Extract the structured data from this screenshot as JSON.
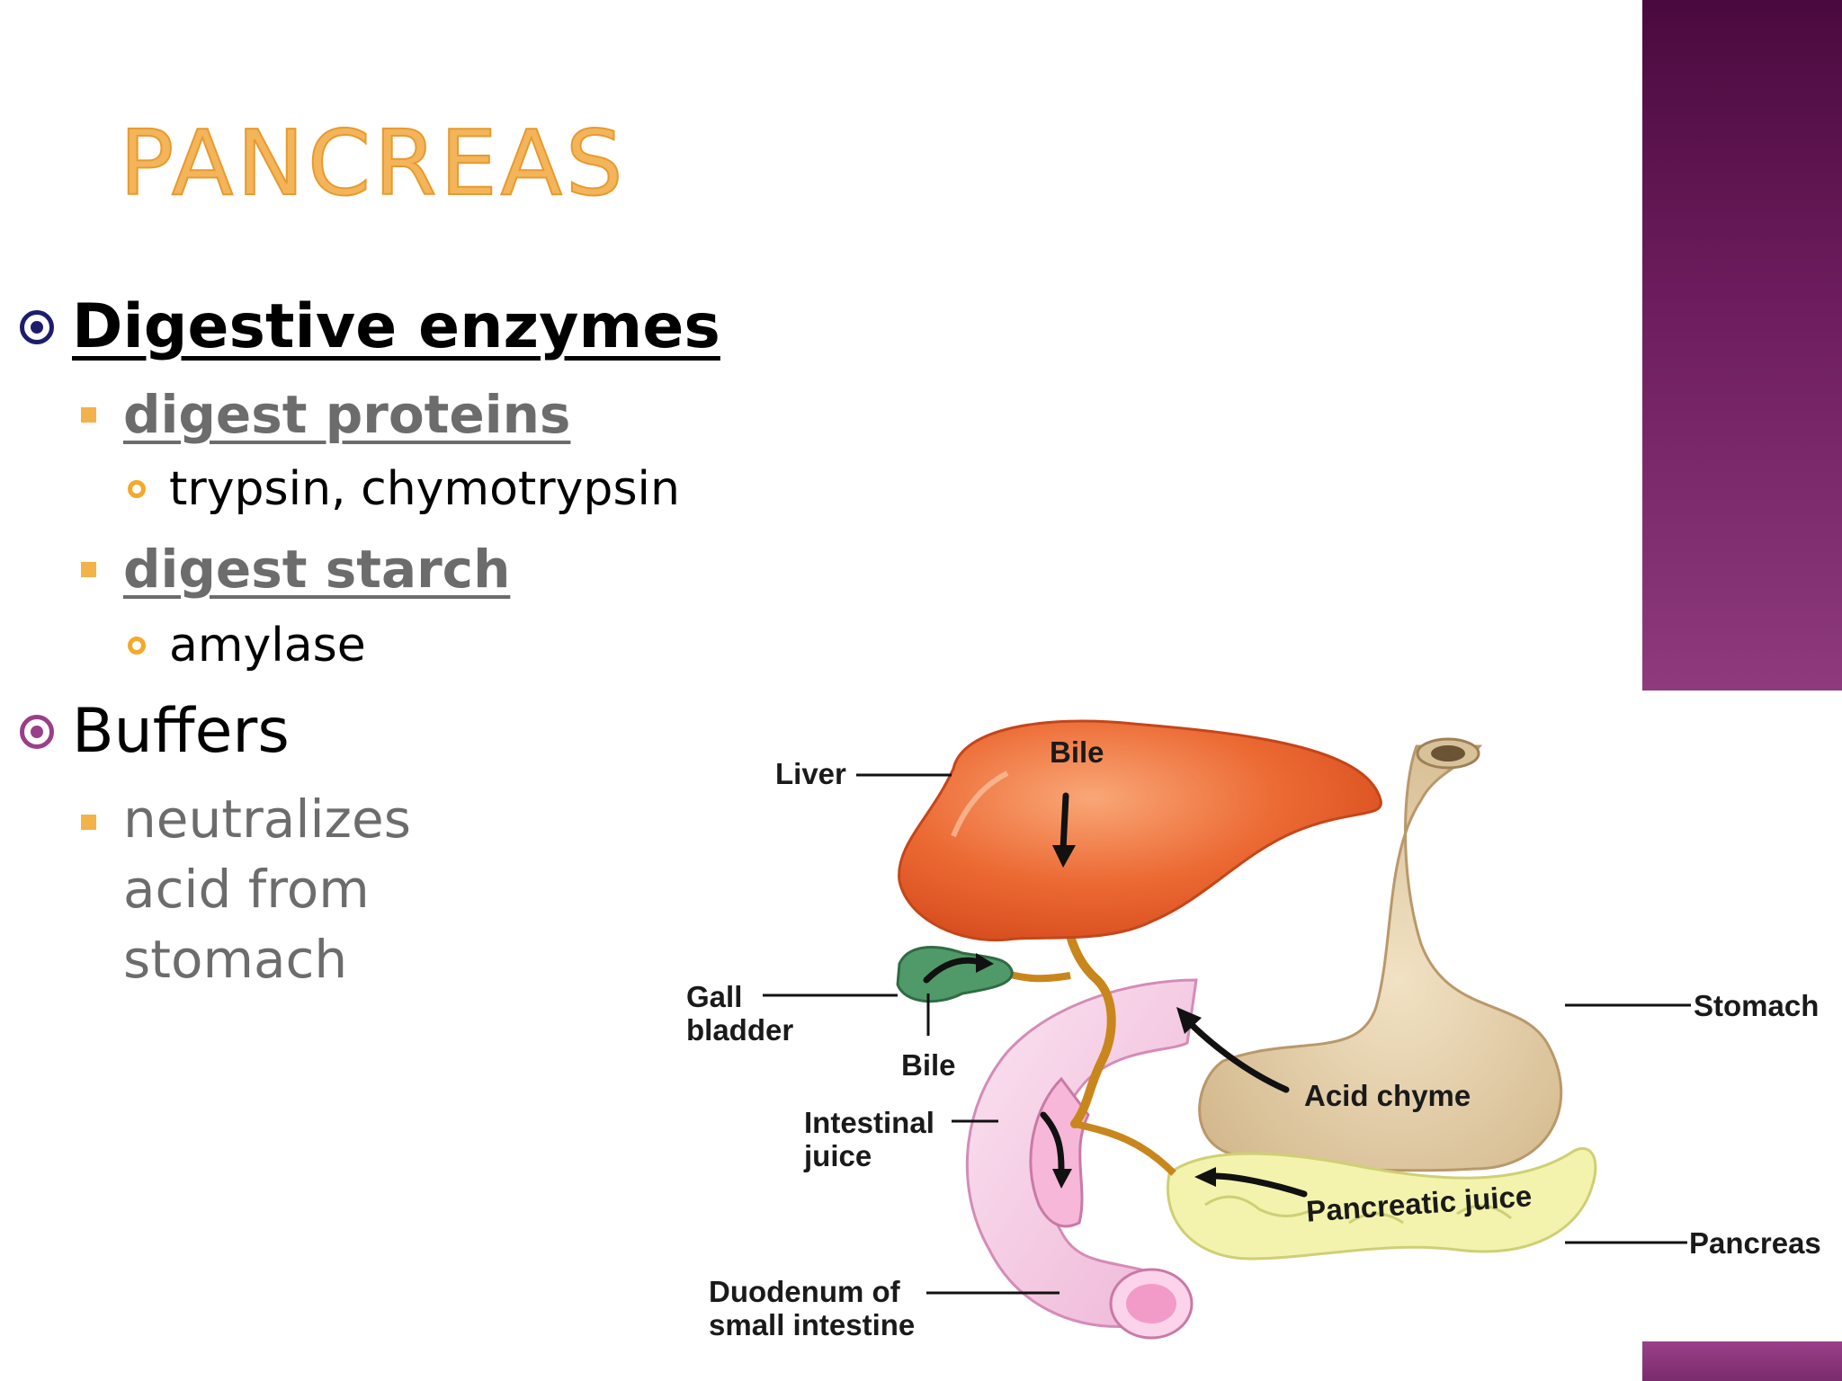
{
  "slide": {
    "title": "Pancreas",
    "bullets": [
      {
        "text": "Digestive enzymes",
        "sub": [
          {
            "text": "digest proteins",
            "items": [
              "trypsin, chymotrypsin"
            ]
          },
          {
            "text": "digest starch",
            "items": [
              "amylase"
            ]
          }
        ]
      },
      {
        "text": "Buffers",
        "sub": [
          {
            "text": "neutralizes acid from stomach",
            "lines": [
              "neutralizes",
              "acid from",
              "stomach"
            ]
          }
        ]
      }
    ]
  },
  "diagram": {
    "labels": {
      "liver": "Liver",
      "bile_top": "Bile",
      "gall_bladder": [
        "Gall",
        "bladder"
      ],
      "bile_bottom": "Bile",
      "stomach": "Stomach",
      "acid_chyme": "Acid chyme",
      "intestinal_juice": [
        "Intestinal",
        "juice"
      ],
      "pancreatic_juice": "Pancreatic juice",
      "pancreas": "Pancreas",
      "duodenum": [
        "Duodenum of",
        "small intestine"
      ]
    },
    "colors": {
      "liver": "#e8622e",
      "gall_bladder": "#3f8f5a",
      "stomach": "#e2cba0",
      "pancreas": "#f2f2a8",
      "duodenum": "#f6cde6",
      "bile_duct": "#c9861c"
    }
  },
  "theme": {
    "title_color": "#f4b45a",
    "side_bar_color": "#6e1d5e",
    "bullet_square_color": "#f4b24a"
  }
}
